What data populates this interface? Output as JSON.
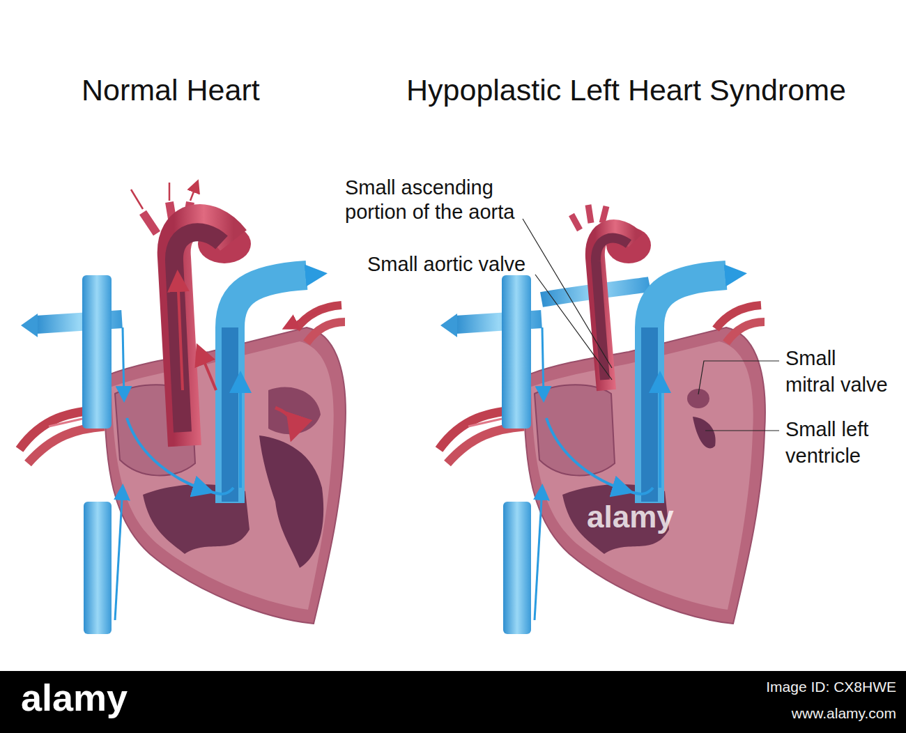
{
  "diagram": {
    "labels": [
      "Normal Heart",
      "Hypoplastic Left Heart Syndrome",
      "Small ascending portion of the aorta",
      "Small aortic valve",
      "Small mitral valve",
      "Small left ventricle",
      "alamy",
      "alamy",
      "Image ID: CX8HWE",
      "www.alamy.com"
    ]
  }
}
